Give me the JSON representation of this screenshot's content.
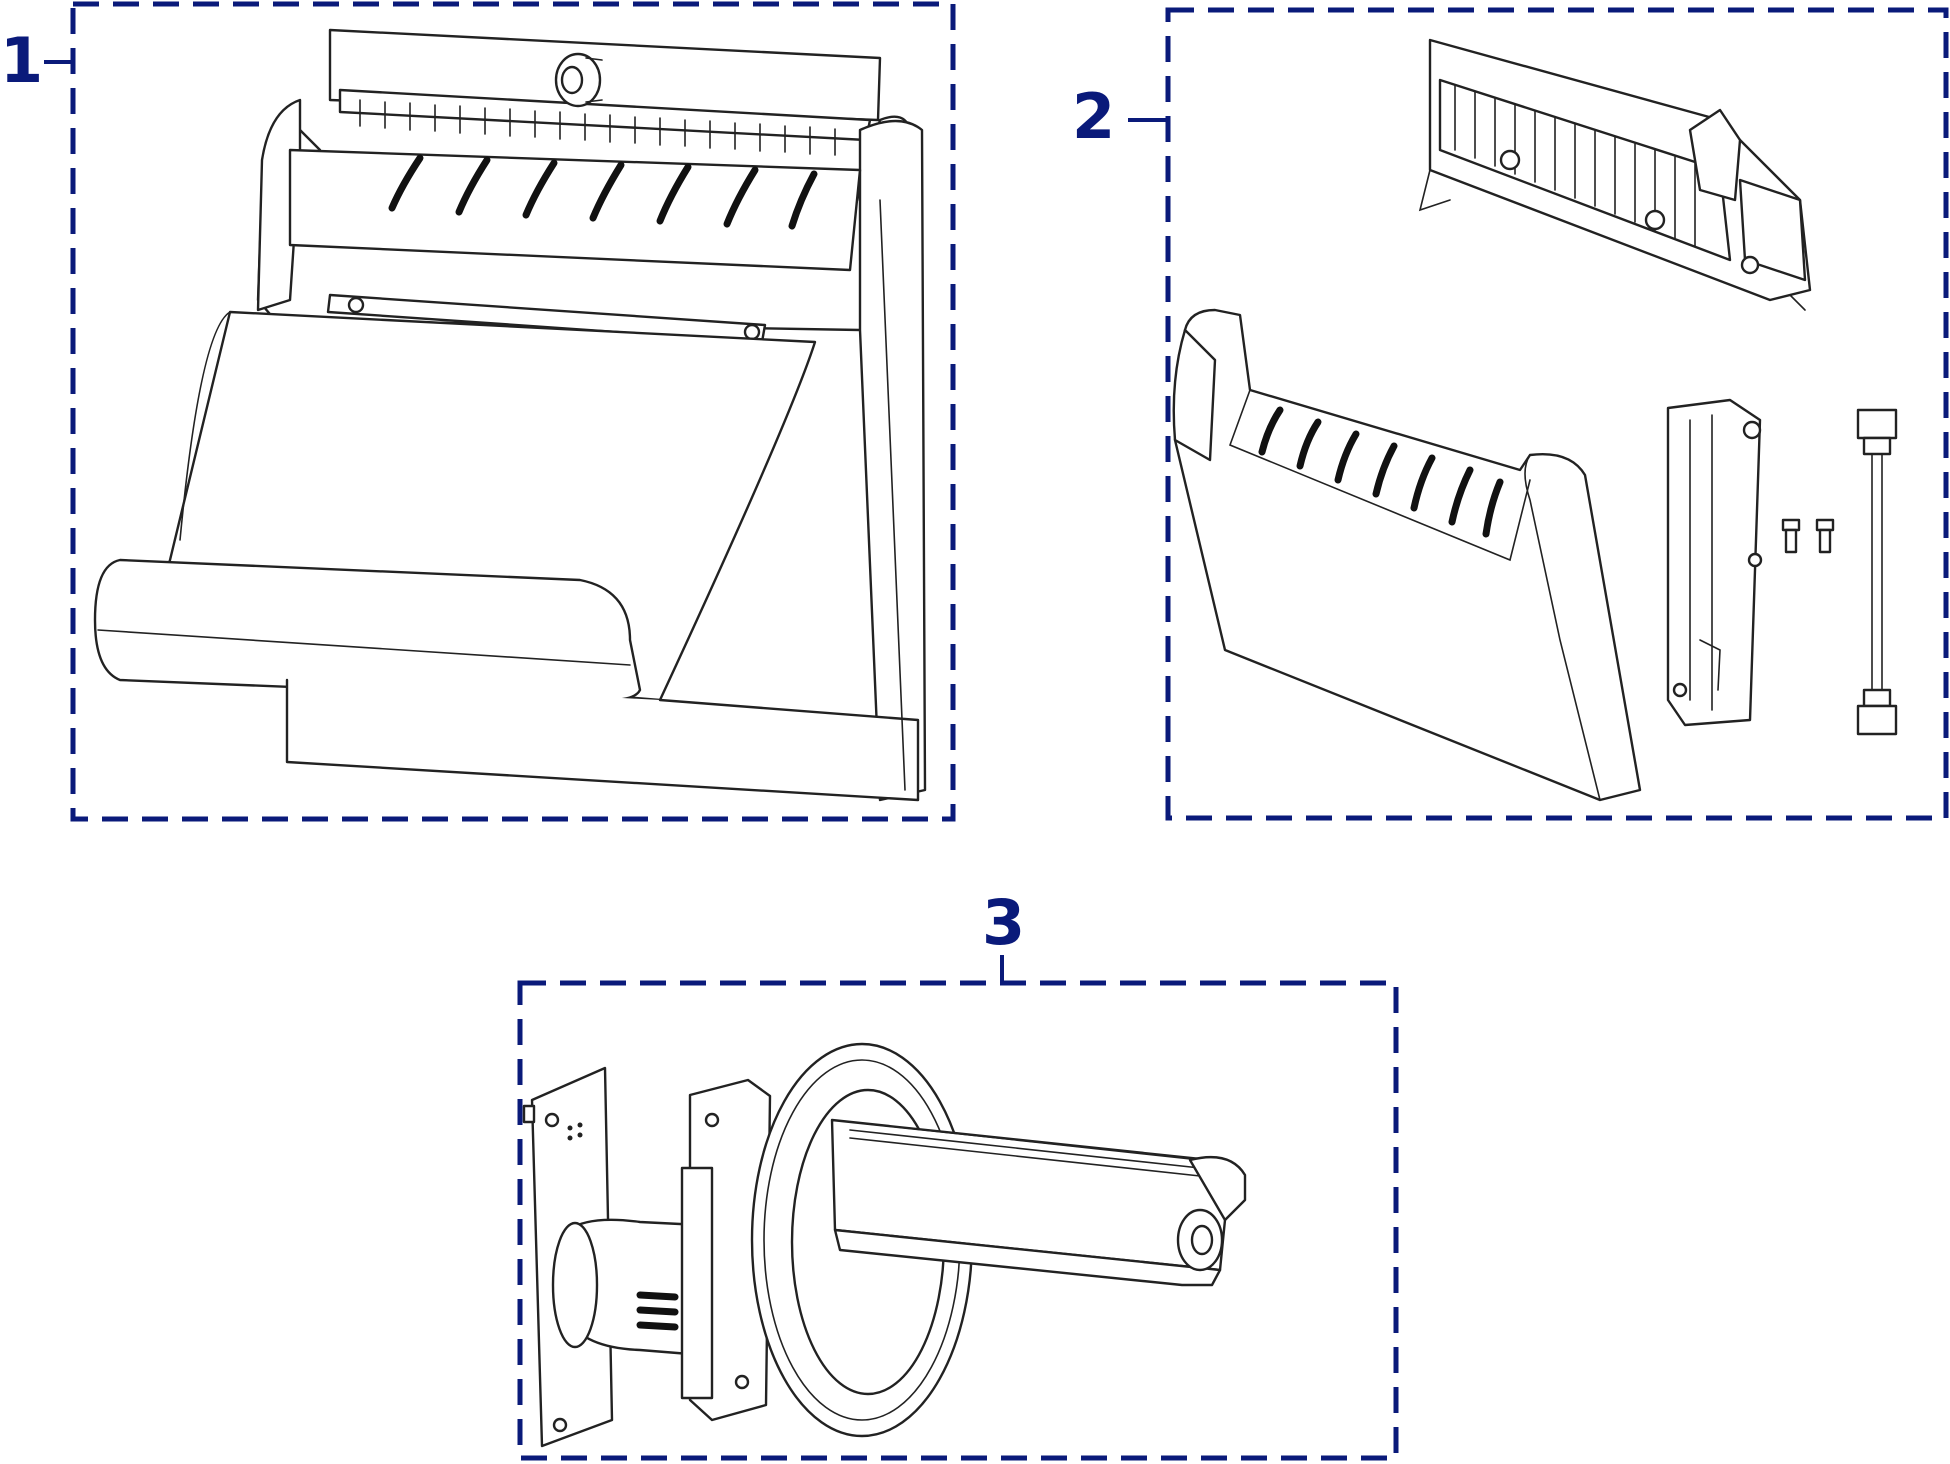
{
  "callouts": [
    {
      "id": "1",
      "label": "1"
    },
    {
      "id": "2",
      "label": "2"
    },
    {
      "id": "3",
      "label": "3"
    }
  ],
  "colors": {
    "accent": "#0a1a7a",
    "line": "#222222",
    "background": "#ffffff"
  }
}
